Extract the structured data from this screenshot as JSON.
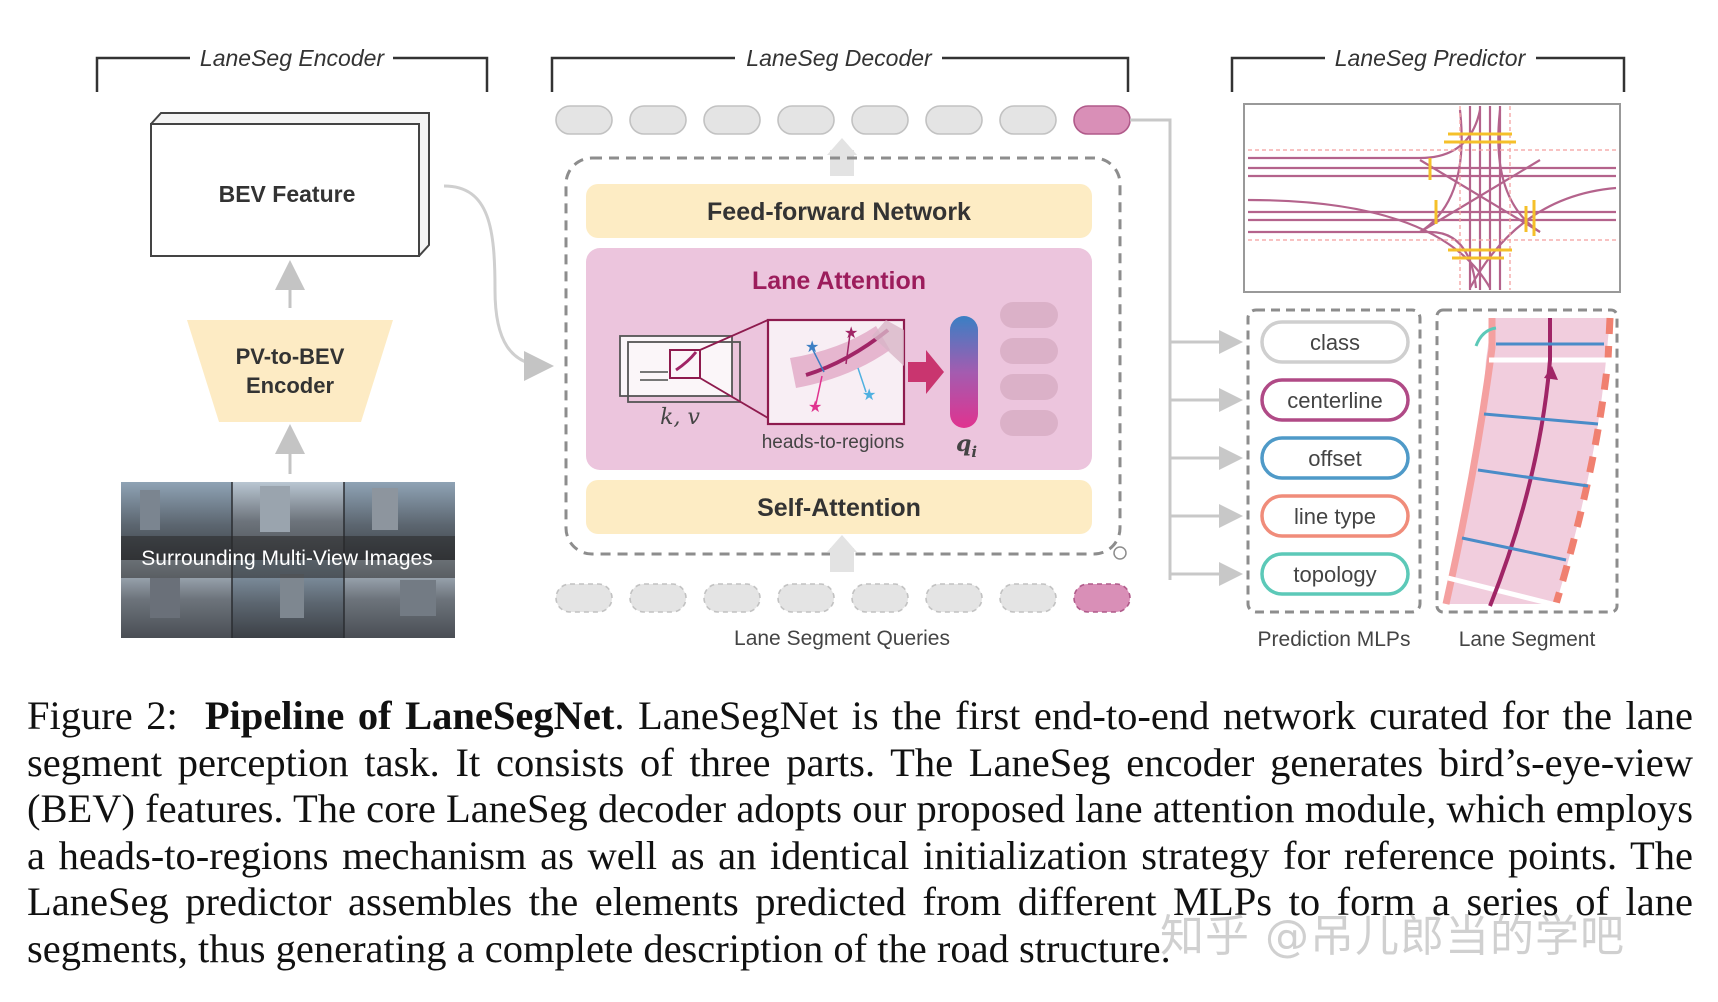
{
  "sections": {
    "encoder": "LaneSeg Encoder",
    "decoder": "LaneSeg Decoder",
    "predictor": "LaneSeg Predictor"
  },
  "encoder": {
    "bev_feature": "BEV Feature",
    "pv_to_bev_line1": "PV-to-BEV",
    "pv_to_bev_line2": "Encoder",
    "images_label": "Surrounding Multi-View Images"
  },
  "decoder": {
    "ffn": "Feed-forward Network",
    "lane_attention": "Lane Attention",
    "kv_label": "k, v",
    "heads_label": "heads-to-regions",
    "qi_label": "q",
    "qi_sub": "i",
    "self_attention": "Self-Attention",
    "queries_label": "Lane Segment Queries"
  },
  "predictor": {
    "mlps": [
      "class",
      "centerline",
      "offset",
      "line type",
      "topology"
    ],
    "mlp_colors": [
      "#cfcfcf",
      "#b04a86",
      "#4f9ac8",
      "#f08c7a",
      "#5cc9b8"
    ],
    "mlps_label": "Prediction MLPs",
    "segment_label": "Lane Segment"
  },
  "caption": {
    "prefix": "Figure 2:",
    "title": "Pipeline of LaneSegNet",
    "body": ". LaneSegNet is the first end-to-end network curated for the lane segment perception task. It consists of three parts. The LaneSeg encoder generates bird’s-eye-view (BEV) features. The core LaneSeg decoder adopts our proposed lane attention module, which employs a heads-to-regions mechanism as well as an identical initialization strategy for reference points. The LaneSeg predictor assembles the elements predicted from different MLPs to form a series of lane segments, thus generating a complete description of the road structure."
  },
  "watermark": "知乎 @吊儿郎当的学吧"
}
